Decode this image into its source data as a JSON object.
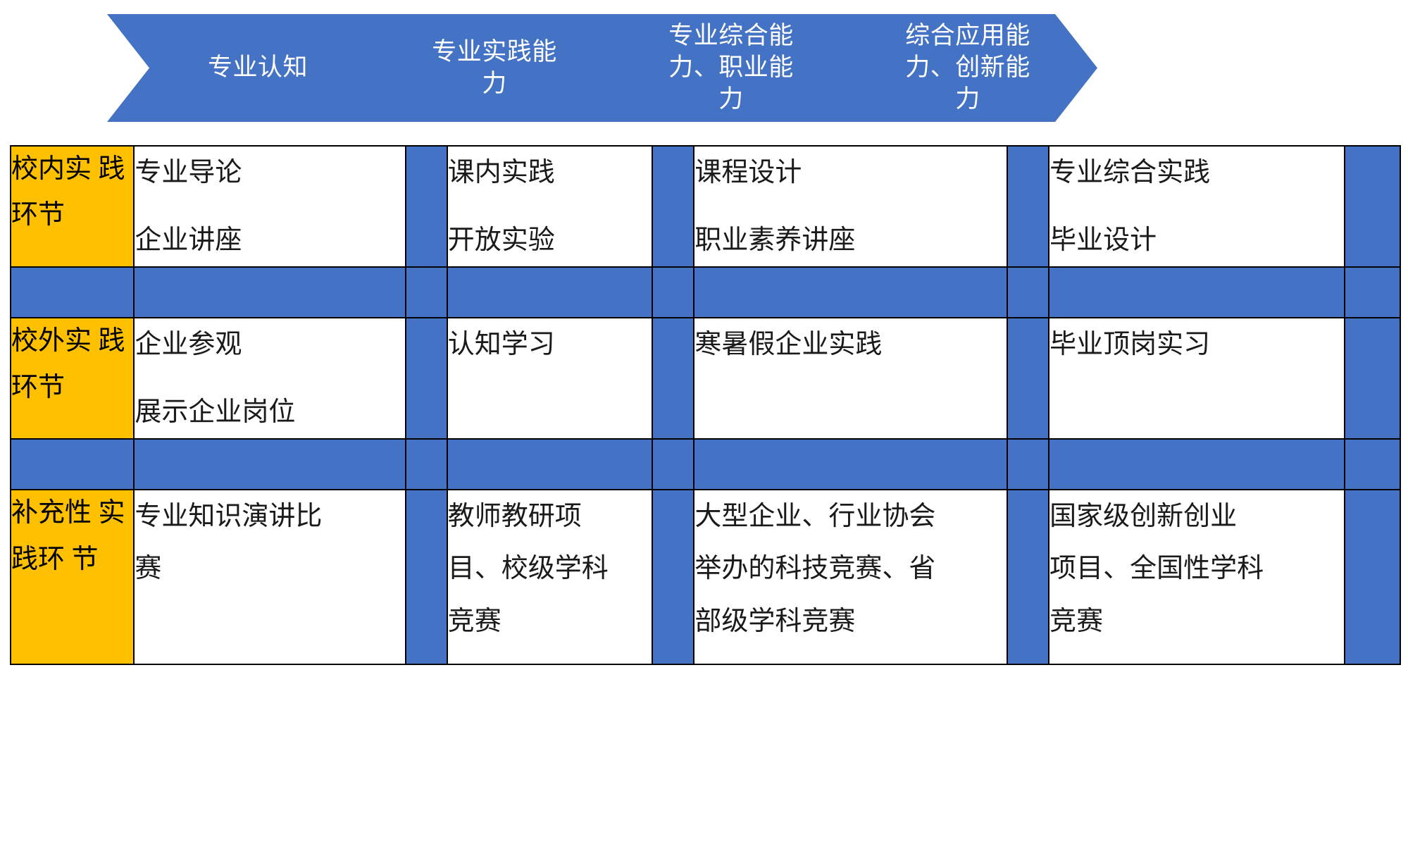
{
  "stages": [
    {
      "id": "stage-1",
      "label": "专业认知"
    },
    {
      "id": "stage-2",
      "label": "专业实践能\n力"
    },
    {
      "id": "stage-3",
      "label": "专业综合能\n力、职业能\n力"
    },
    {
      "id": "stage-4",
      "label": "综合应用能\n力、创新能\n力"
    }
  ],
  "colors": {
    "chevron_blue": "#4472C4",
    "spacer_blue": "#4472C4",
    "label_amber": "#FFC000",
    "cell_white": "#FFFFFF",
    "border_black": "#000000",
    "chevron_text": "#FFFFFF",
    "body_text": "#1A1A1A"
  },
  "rows": [
    {
      "id": "row-campus-internal",
      "label": "校内实\n践环节",
      "cells": [
        {
          "lines": [
            "专业导论",
            "企业讲座"
          ]
        },
        {
          "lines": [
            "课内实践",
            "开放实验"
          ]
        },
        {
          "lines": [
            "课程设计",
            "职业素养讲座"
          ]
        },
        {
          "lines": [
            "专业综合实践",
            "毕业设计"
          ]
        }
      ]
    },
    {
      "id": "row-campus-external",
      "label": "校外实\n践环节",
      "cells": [
        {
          "lines": [
            "企业参观",
            "展示企业岗位"
          ]
        },
        {
          "lines": [
            "认知学习"
          ]
        },
        {
          "lines": [
            "寒暑假企业实践"
          ]
        },
        {
          "lines": [
            "毕业顶岗实习"
          ]
        }
      ]
    },
    {
      "id": "row-supplementary",
      "label": "补充性\n实践环\n节",
      "cells": [
        {
          "lines": [
            "专业知识演讲比\n赛"
          ]
        },
        {
          "lines": [
            "教师教研项\n目、校级学科\n竞赛"
          ]
        },
        {
          "lines": [
            "大型企业、行业协会\n举办的科技竞赛、省\n部级学科竞赛"
          ]
        },
        {
          "lines": [
            "国家级创新创业\n项目、全国性学科\n竞赛"
          ]
        }
      ]
    }
  ]
}
